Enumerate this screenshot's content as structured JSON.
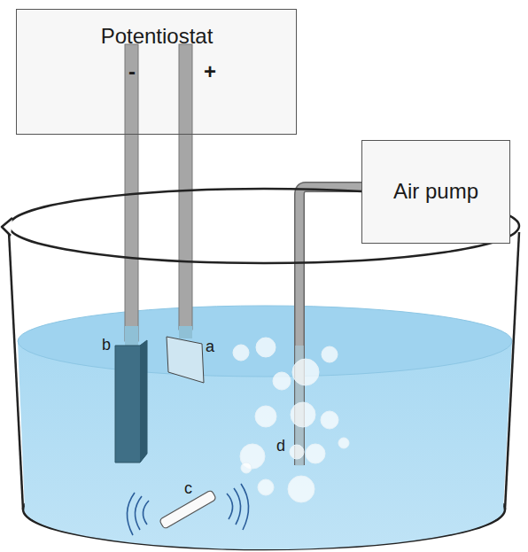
{
  "diagram": {
    "nodes": [
      {
        "text": [
          "Potentiostat",
          "-",
          "+"
        ]
      },
      {
        "text": [
          "Air pump"
        ]
      }
    ],
    "labels": [
      "b",
      "a",
      "c",
      "d"
    ]
  }
}
